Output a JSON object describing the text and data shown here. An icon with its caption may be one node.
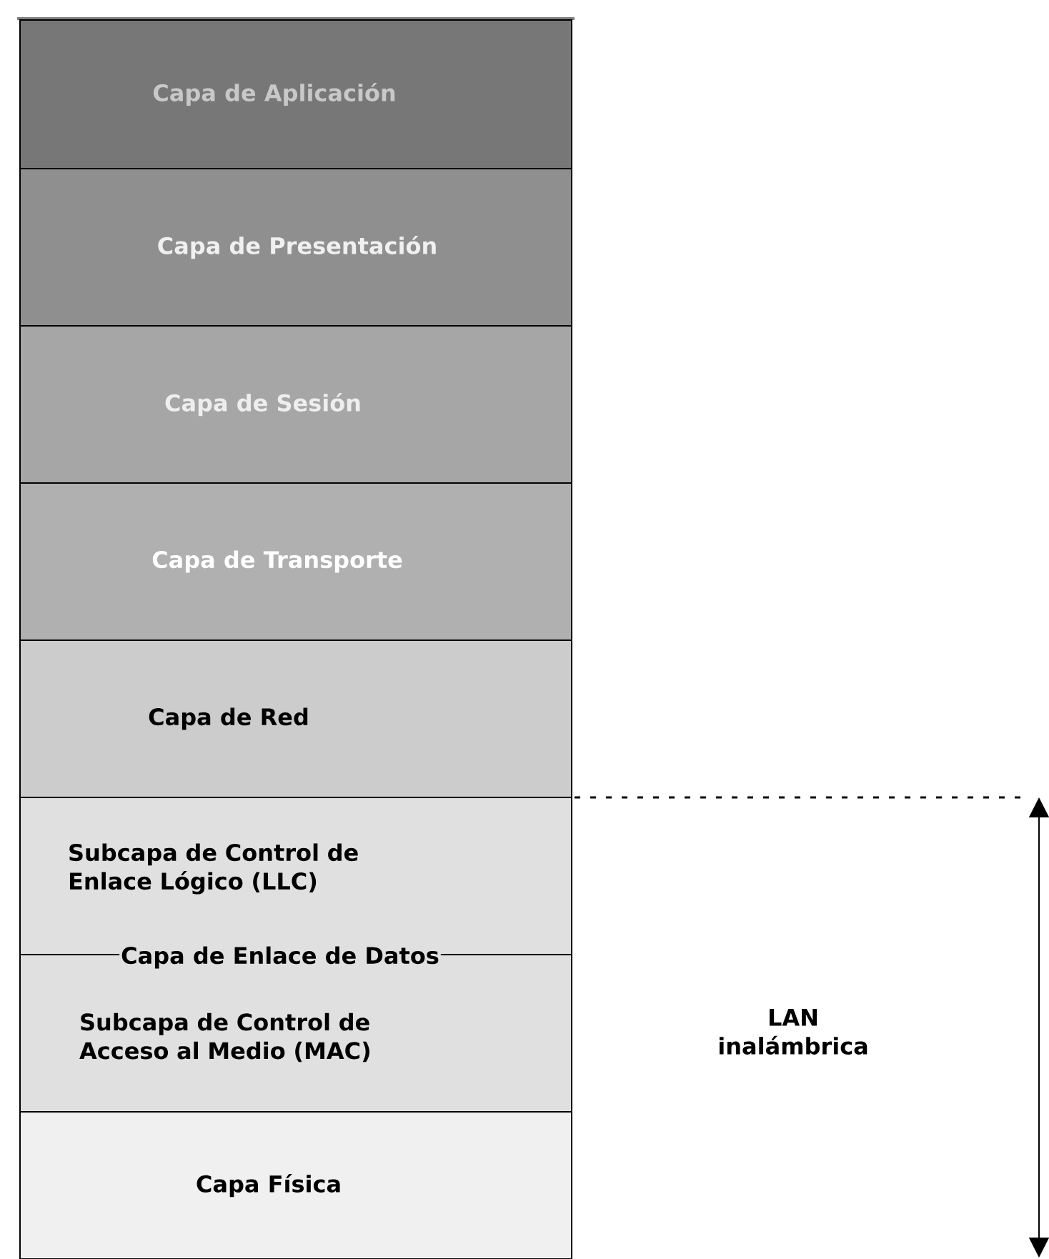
{
  "diagram": {
    "nodes": [
      {
        "text": [
          "Capa de Aplicación"
        ]
      },
      {
        "text": [
          "Capa de Presentación"
        ]
      },
      {
        "text": [
          "Capa de Sesión"
        ]
      },
      {
        "text": [
          "Capa de Transporte"
        ]
      },
      {
        "text": [
          "Capa de Red"
        ]
      },
      {
        "text": [
          "Subcapa de Control de Enlace Lógico (LLC)"
        ]
      },
      {
        "text": [
          "Subcapa de Control de Acceso al Medio (MAC)"
        ]
      },
      {
        "text": [
          "Capa Física"
        ]
      }
    ],
    "labels": [
      "Capa de Enlace de Datos",
      "LAN inalámbrica"
    ]
  }
}
